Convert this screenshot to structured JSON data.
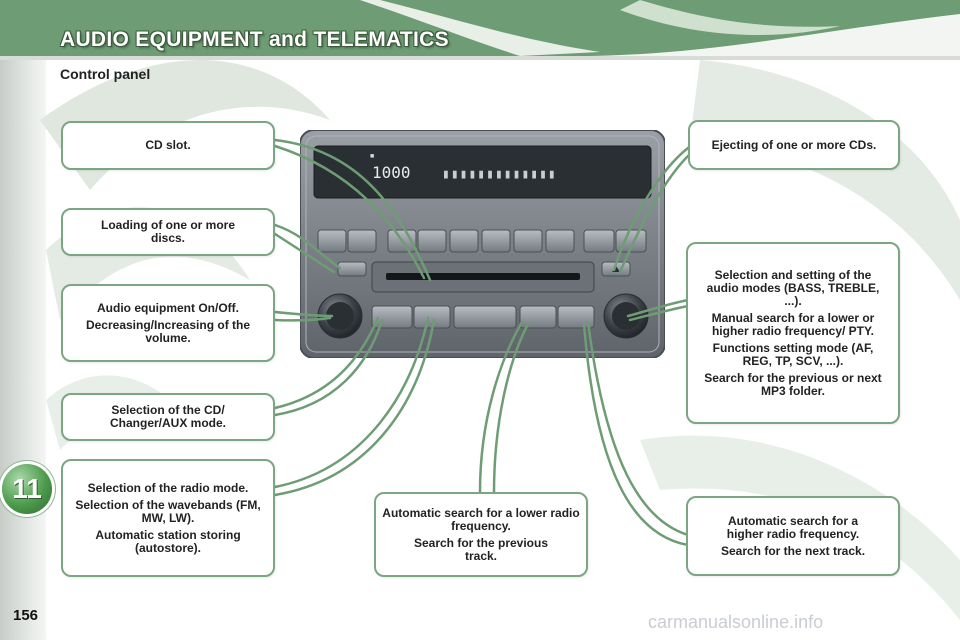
{
  "header": {
    "title": "AUDIO EQUIPMENT and TELEMATICS"
  },
  "section": {
    "title": "Control panel"
  },
  "chapter": {
    "number": "11"
  },
  "page": {
    "number": "156"
  },
  "watermark": {
    "text": "carmanualsonline.info"
  },
  "display": {
    "readout": "1000",
    "segments": "▮▮▮▮▮▮▮▮▮▮▮▮▮"
  },
  "callouts": {
    "cd_slot": {
      "lines": [
        "CD slot."
      ]
    },
    "loading": {
      "lines": [
        "Loading of one or more discs."
      ]
    },
    "audio_on_off": {
      "lines": [
        "Audio equipment On/Off.",
        "Decreasing/Increasing of the volume."
      ]
    },
    "cd_mode": {
      "lines": [
        "Selection of the CD/ Changer/AUX mode."
      ]
    },
    "radio_mode": {
      "lines": [
        "Selection of the radio mode.",
        "Selection of the wavebands (FM, MW, LW).",
        "Automatic station storing (autostore)."
      ]
    },
    "search_lower": {
      "lines": [
        "Automatic search for a lower radio frequency.",
        "Search for the previous track."
      ]
    },
    "search_higher": {
      "lines": [
        "Automatic search for a higher radio frequency.",
        "Search for the next track."
      ]
    },
    "eject": {
      "lines": [
        "Ejecting of one or more CDs."
      ]
    },
    "audio_modes": {
      "lines": [
        "Selection and setting of the audio modes (BASS, TREBLE, ...).",
        "Manual search for a lower or higher radio frequency/ PTY.",
        "Functions setting mode (AF, REG, TP, SCV, ...).",
        "Search for the previous or next MP3 folder."
      ]
    }
  },
  "colors": {
    "brand_green": "#6e9c74",
    "callout_border": "#7aa682",
    "badge_green": "#4c9a4c"
  }
}
